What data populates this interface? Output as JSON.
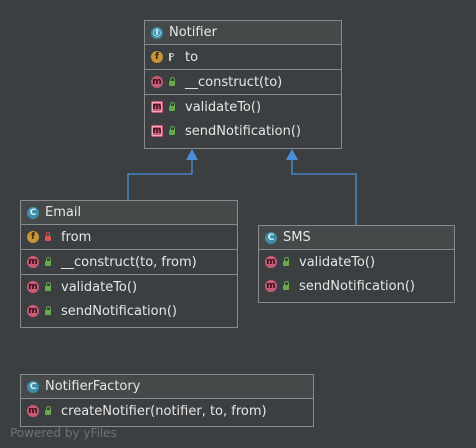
{
  "colors": {
    "background": "#3c3f41",
    "header": "#45494a",
    "border": "#888b8d",
    "edge": "#4a90d9",
    "class_badge": "#3d8ea8",
    "field_badge": "#c7943a",
    "method_badge": "#c75a75",
    "public_lock": "#6aa84f",
    "private_lock": "#d9534f"
  },
  "classes": {
    "notifier": {
      "badge": "I",
      "name": "Notifier",
      "fields": [
        {
          "badge": "f",
          "visibility": "protected-icon",
          "label": "to"
        }
      ],
      "constructors": [
        {
          "badge": "m",
          "visibility": "public-icon",
          "label": "__construct(to)"
        }
      ],
      "methods": [
        {
          "badge": "m",
          "visibility": "public-icon",
          "label": "validateTo()"
        },
        {
          "badge": "m",
          "visibility": "public-icon",
          "label": "sendNotification()"
        }
      ]
    },
    "email": {
      "badge": "C",
      "name": "Email",
      "fields": [
        {
          "badge": "f",
          "visibility": "private-icon",
          "label": "from"
        }
      ],
      "constructors": [
        {
          "badge": "m",
          "visibility": "public-icon",
          "label": "__construct(to, from)"
        }
      ],
      "methods": [
        {
          "badge": "m",
          "visibility": "public-icon",
          "label": "validateTo()"
        },
        {
          "badge": "m",
          "visibility": "public-icon",
          "label": "sendNotification()"
        }
      ]
    },
    "sms": {
      "badge": "C",
      "name": "SMS",
      "methods": [
        {
          "badge": "m",
          "visibility": "public-icon",
          "label": "validateTo()"
        },
        {
          "badge": "m",
          "visibility": "public-icon",
          "label": "sendNotification()"
        }
      ]
    },
    "factory": {
      "badge": "C",
      "name": "NotifierFactory",
      "methods": [
        {
          "badge": "m",
          "visibility": "public-icon",
          "label": "createNotifier(notifier, to, from)"
        }
      ]
    }
  },
  "watermark": "Powered by yFiles"
}
